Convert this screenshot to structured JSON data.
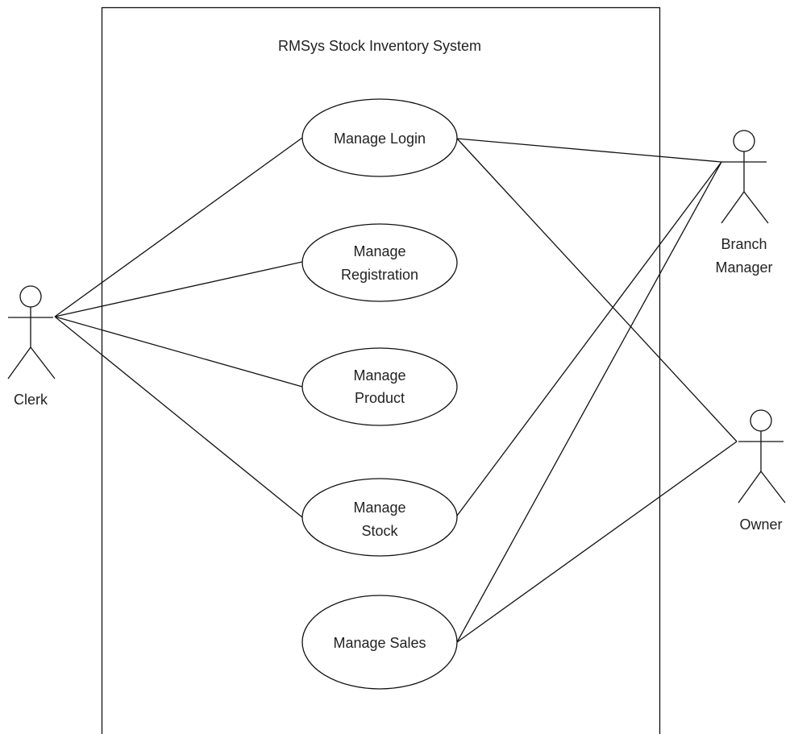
{
  "system": {
    "title": "RMSys  Stock Inventory System"
  },
  "use_cases": [
    {
      "id": "login",
      "lines": [
        "Manage Login"
      ]
    },
    {
      "id": "registration",
      "lines": [
        "Manage",
        "Registration"
      ]
    },
    {
      "id": "product",
      "lines": [
        "Manage",
        "Product"
      ]
    },
    {
      "id": "stock",
      "lines": [
        "Manage",
        "Stock"
      ]
    },
    {
      "id": "sales",
      "lines": [
        "Manage Sales"
      ]
    }
  ],
  "actors": [
    {
      "id": "clerk",
      "lines": [
        "Clerk"
      ]
    },
    {
      "id": "branch_manager",
      "lines": [
        "Branch",
        "Manager"
      ]
    },
    {
      "id": "owner",
      "lines": [
        "Owner"
      ]
    }
  ],
  "associations": [
    {
      "actor": "clerk",
      "use_case": "login"
    },
    {
      "actor": "clerk",
      "use_case": "registration"
    },
    {
      "actor": "clerk",
      "use_case": "product"
    },
    {
      "actor": "clerk",
      "use_case": "stock"
    },
    {
      "actor": "branch_manager",
      "use_case": "login"
    },
    {
      "actor": "branch_manager",
      "use_case": "stock"
    },
    {
      "actor": "branch_manager",
      "use_case": "sales"
    },
    {
      "actor": "owner",
      "use_case": "login"
    },
    {
      "actor": "owner",
      "use_case": "sales"
    }
  ]
}
